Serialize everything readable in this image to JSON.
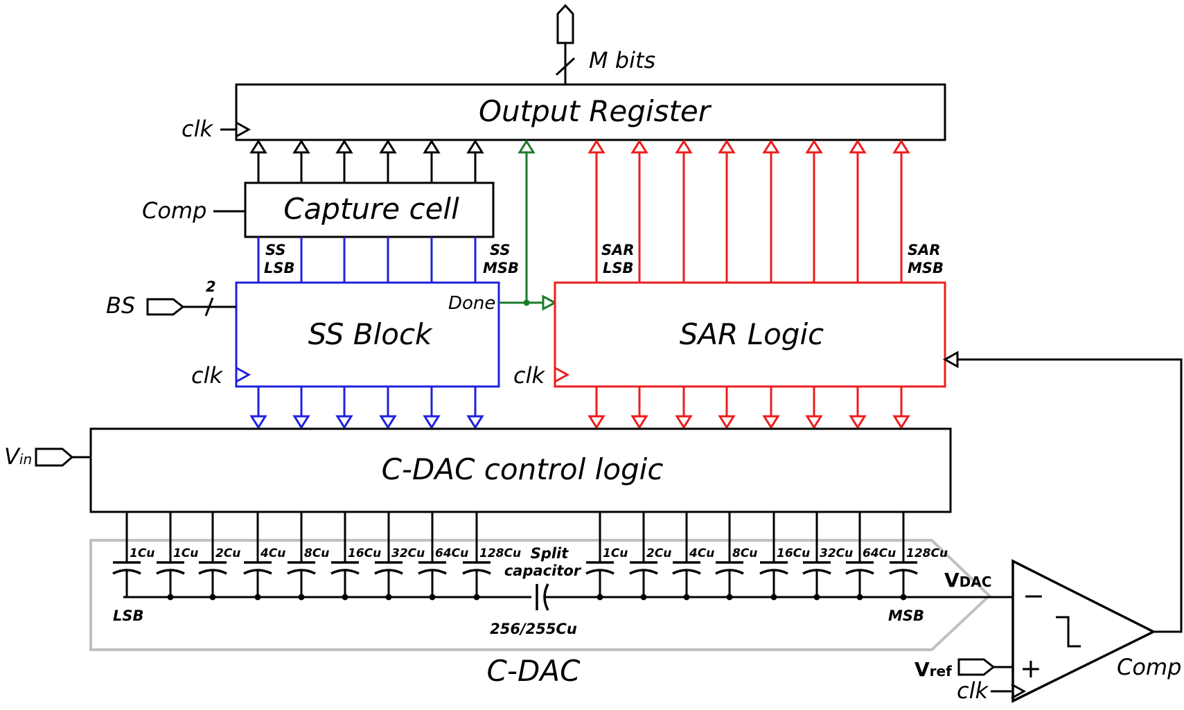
{
  "labels": {
    "m_bits": "M bits",
    "output_register": "Output Register",
    "clk": "clk",
    "comp_in": "Comp",
    "capture_cell": "Capture cell",
    "ss_lsb_1": "SS",
    "ss_lsb_2": "LSB",
    "ss_msb_1": "SS",
    "ss_msb_2": "MSB",
    "sar_lsb_1": "SAR",
    "sar_lsb_2": "LSB",
    "sar_msb_1": "SAR",
    "sar_msb_2": "MSB",
    "bs": "BS",
    "bs_width": "2",
    "done": "Done",
    "ss_block": "SS Block",
    "sar_logic": "SAR Logic",
    "vin_main": "V",
    "vin_sub": "in",
    "cdac_control": "C-DAC control logic",
    "split_1": "Split",
    "split_2": "capacitor",
    "split_value": "256/255Cu",
    "lsb": "LSB",
    "msb": "MSB",
    "cdac": "C-DAC",
    "vdac_main": "V",
    "vdac_sub": "DAC",
    "vref_main": "V",
    "vref_sub": "ref",
    "minus": "−",
    "plus": "+",
    "comp_out": "Comp"
  },
  "cap_left": [
    "1Cu",
    "1Cu",
    "2Cu",
    "4Cu",
    "8Cu",
    "16Cu",
    "32Cu",
    "64Cu",
    "128Cu"
  ],
  "cap_right": [
    "1Cu",
    "2Cu",
    "4Cu",
    "8Cu",
    "16Cu",
    "32Cu",
    "64Cu",
    "128Cu"
  ],
  "colors": {
    "black": "#000000",
    "ss": "#1f1fe0",
    "sar": "#ee1c1c",
    "done": "#1a7a2a",
    "cdac_outline": "#c0c0c0"
  }
}
